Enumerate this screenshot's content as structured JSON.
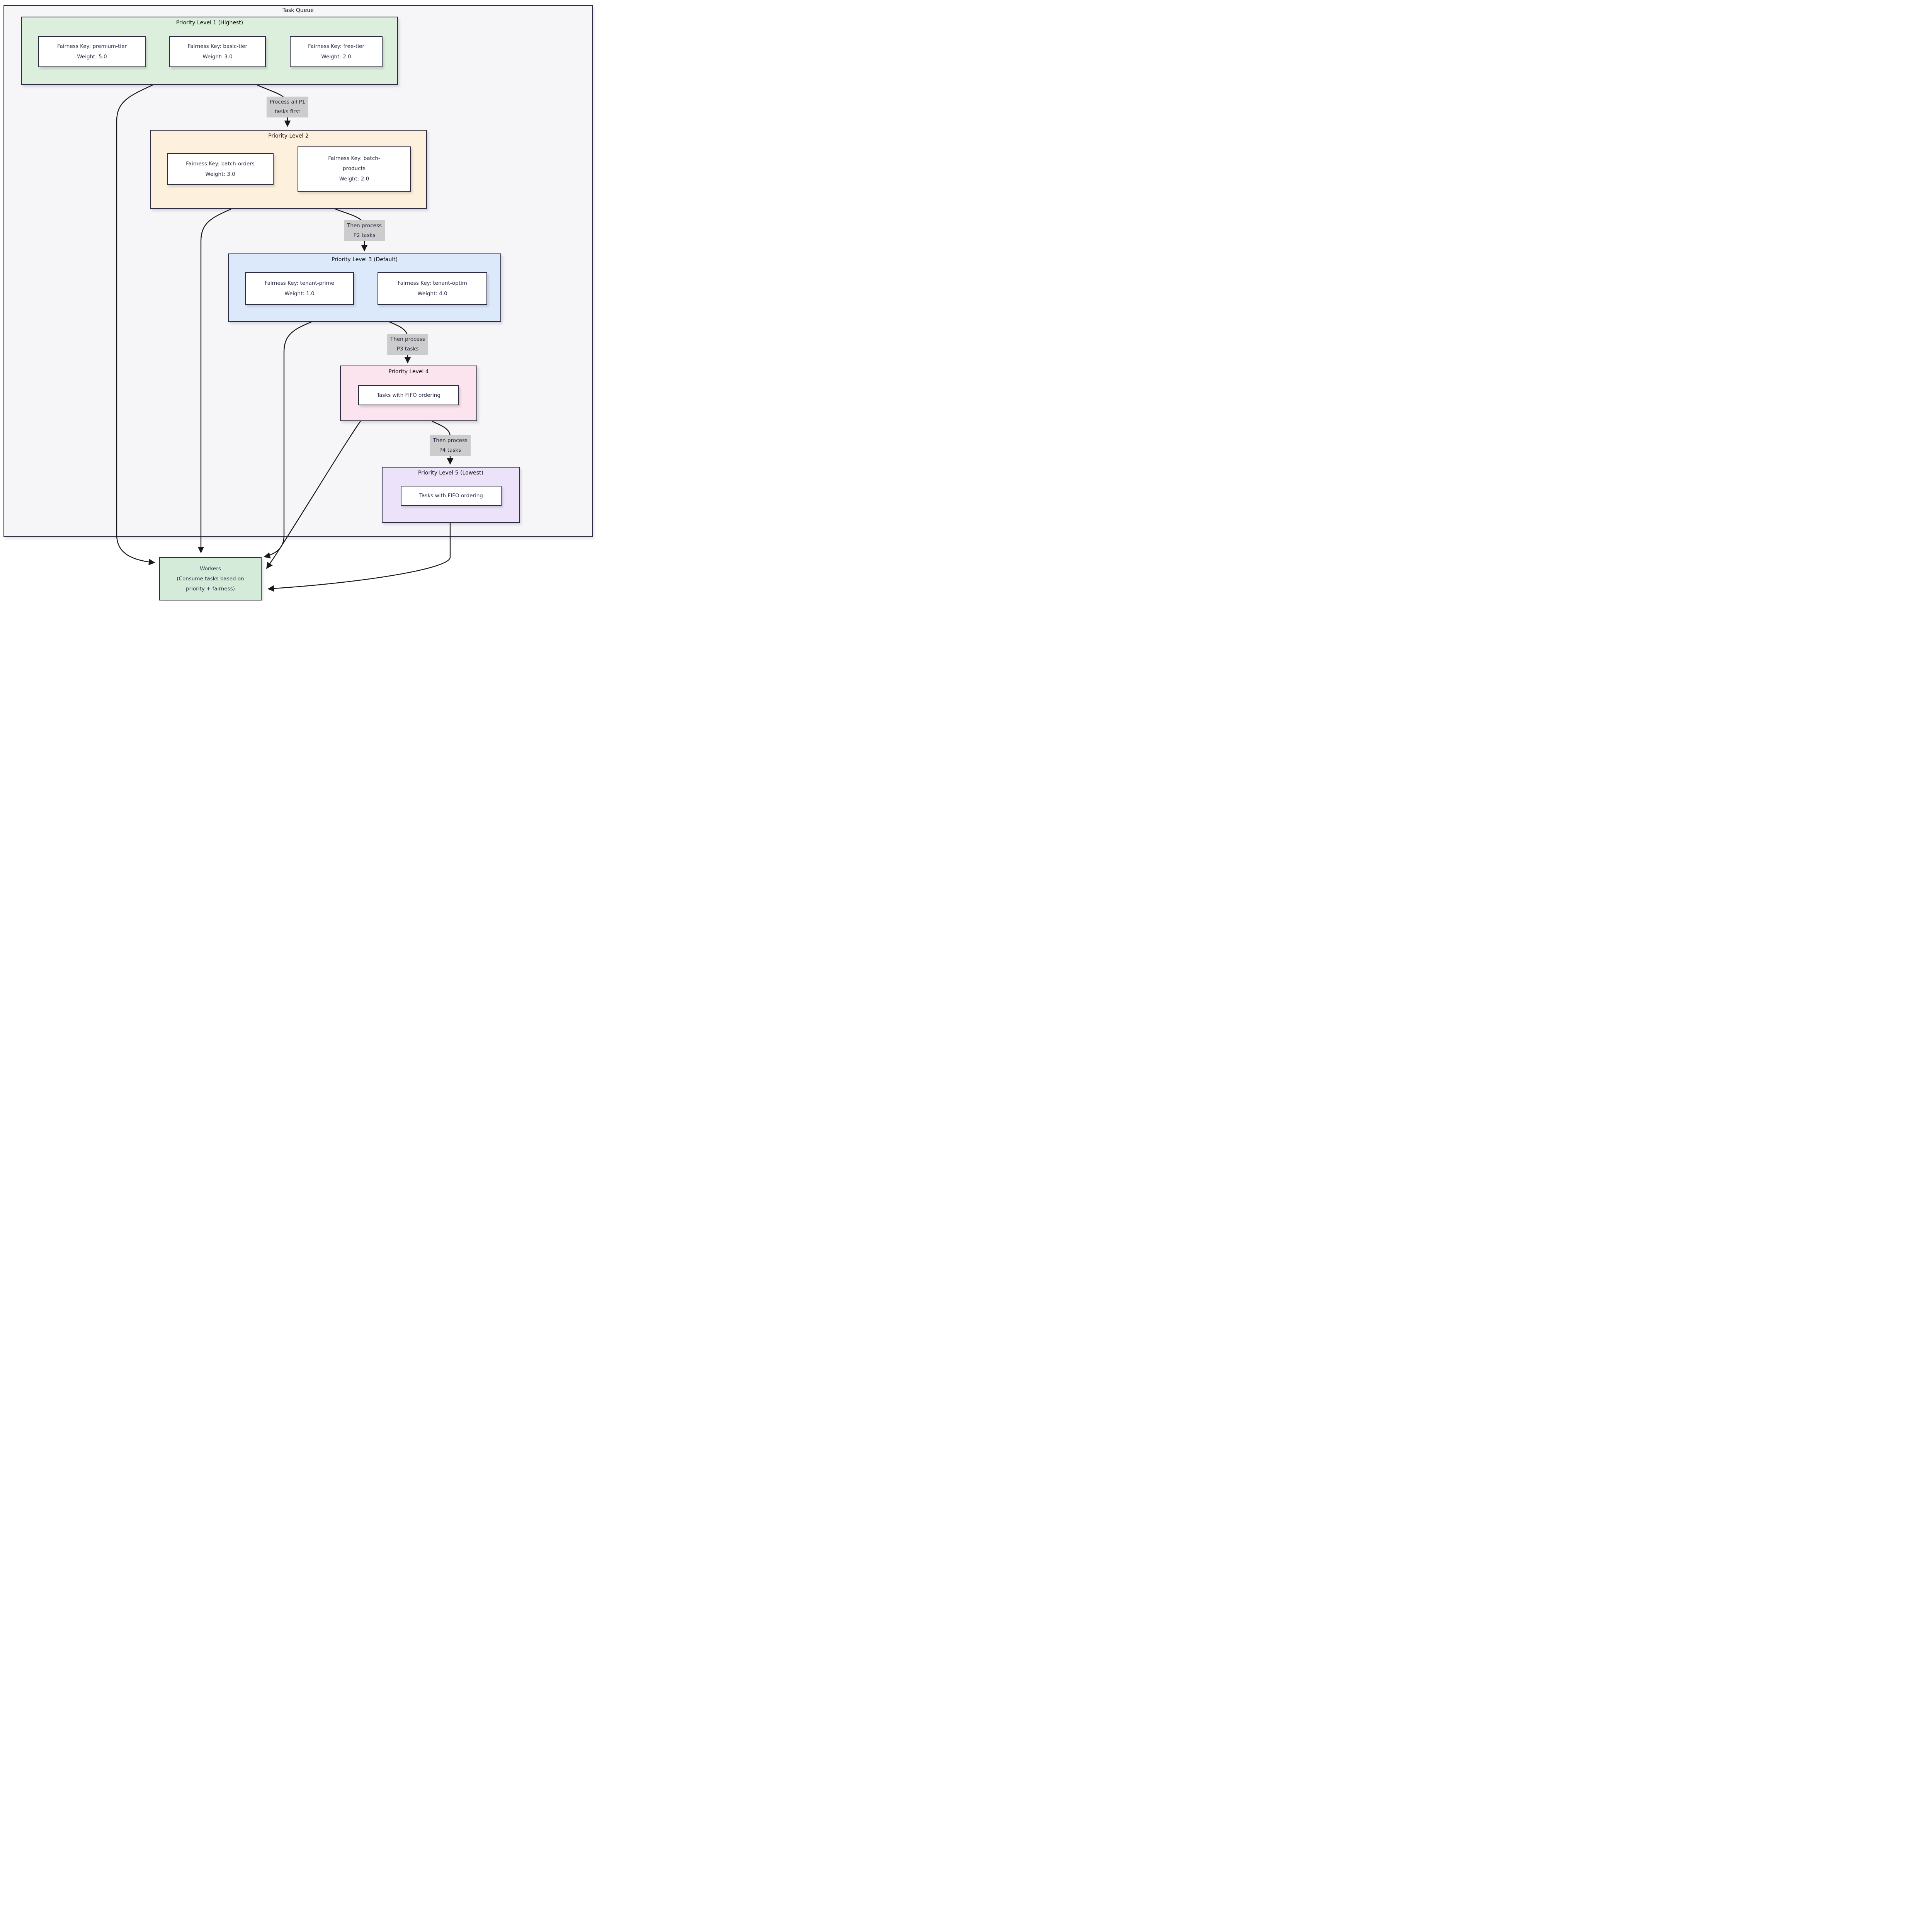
{
  "diagram": {
    "title": "Task Queue",
    "levels": [
      {
        "title": "Priority Level 1 (Highest)",
        "nodes": [
          {
            "line1": "Fairness Key: premium-tier",
            "line2": "Weight: 5.0"
          },
          {
            "line1": "Fairness Key: basic-tier",
            "line2": "Weight: 3.0"
          },
          {
            "line1": "Fairness Key: free-tier",
            "line2": "Weight: 2.0"
          }
        ]
      },
      {
        "title": "Priority Level 2",
        "nodes": [
          {
            "line1": "Fairness Key: batch-orders",
            "line2": "Weight: 3.0"
          },
          {
            "line1": "Fairness Key: batch-products",
            "line2": "Weight: 2.0"
          }
        ]
      },
      {
        "title": "Priority Level 3 (Default)",
        "nodes": [
          {
            "line1": "Fairness Key: tenant-prime",
            "line2": "Weight: 1.0"
          },
          {
            "line1": "Fairness Key: tenant-optim",
            "line2": "Weight: 4.0"
          }
        ]
      },
      {
        "title": "Priority Level 4",
        "nodes": [
          {
            "line1": "Tasks with FIFO ordering"
          }
        ]
      },
      {
        "title": "Priority Level 5 (Lowest)",
        "nodes": [
          {
            "line1": "Tasks with FIFO ordering"
          }
        ]
      }
    ],
    "edge_labels": [
      {
        "line1": "Process all P1",
        "line2": "tasks first"
      },
      {
        "line1": "Then process",
        "line2": "P2 tasks"
      },
      {
        "line1": "Then process",
        "line2": "P3 tasks"
      },
      {
        "line1": "Then process",
        "line2": "P4 tasks"
      }
    ],
    "workers": {
      "line1": "Workers",
      "line2": "(Consume tasks based on",
      "line3": "priority + fairness)"
    }
  },
  "colors": {
    "page_bg": "#ffffff",
    "outer_bg": "#f6f6f9",
    "border_dark": "#2c2c42",
    "title_text": "#111111",
    "node_text": "#2e2e4a",
    "arrow": "#191919",
    "edge_label_bg": "#cccccc",
    "node_bg": "#ffffff",
    "p1_bg": "#dcefdc",
    "p2_bg": "#fdf0dc",
    "p3_bg": "#dbe9fb",
    "p4_bg": "#fce4ef",
    "p5_bg": "#ece2fa",
    "workers_bg": "#d5ebd9"
  }
}
